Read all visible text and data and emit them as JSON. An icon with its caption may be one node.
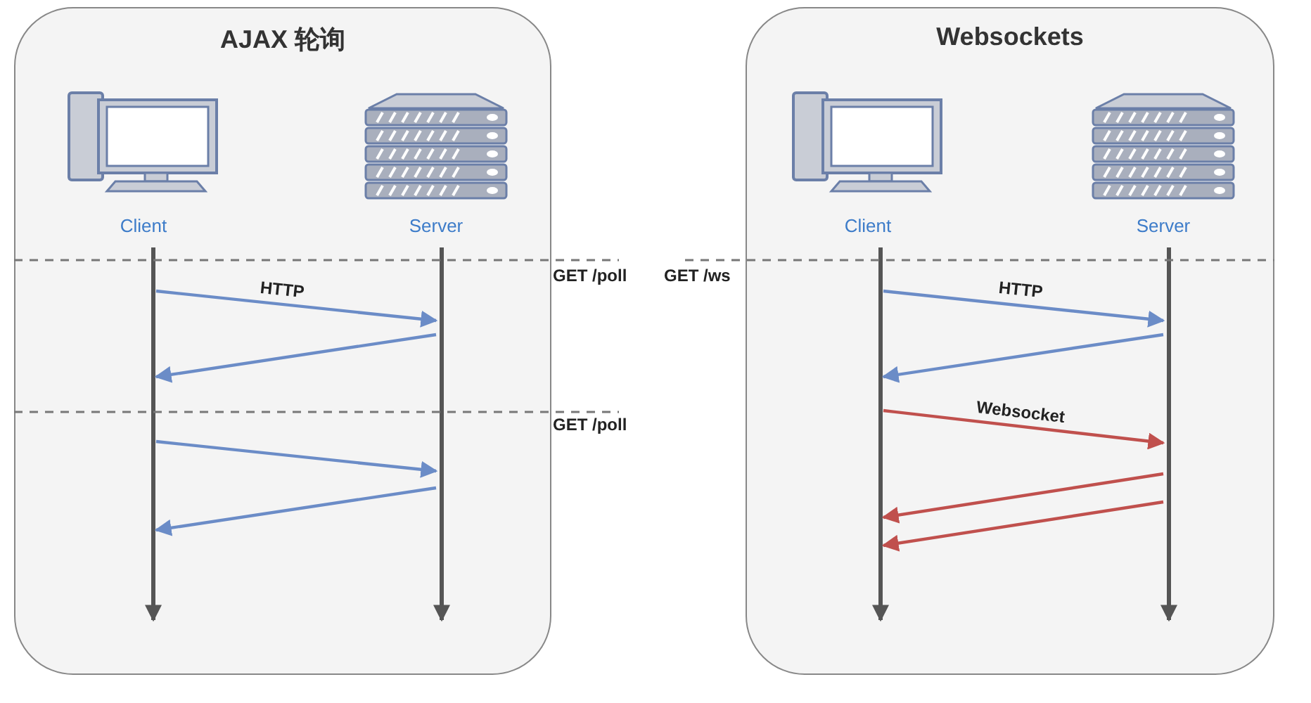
{
  "diagram": {
    "nodes": [
      {
        "text": [
          "AJAX 轮询"
        ]
      },
      {
        "text": [
          "Client"
        ],
        "in": 0
      },
      {
        "text": [
          "Server"
        ],
        "in": 0
      },
      {
        "text": [
          "Websockets"
        ]
      },
      {
        "text": [
          "Client"
        ],
        "in": 3
      },
      {
        "text": [
          "Server"
        ],
        "in": 3
      }
    ],
    "edges": [
      {
        "from": 1,
        "to": 2,
        "arrow": "to",
        "label": "HTTP"
      },
      {
        "from": 2,
        "to": 1,
        "arrow": "to"
      },
      {
        "from": 1,
        "to": 2,
        "arrow": "to"
      },
      {
        "from": 2,
        "to": 1,
        "arrow": "to"
      },
      {
        "from": 4,
        "to": 5,
        "arrow": "to",
        "label": "HTTP"
      },
      {
        "from": 5,
        "to": 4,
        "arrow": "to"
      },
      {
        "from": 4,
        "to": 5,
        "arrow": "to",
        "label": "Websocket",
        "color": "#c0504d"
      },
      {
        "from": 5,
        "to": 4,
        "arrow": "to",
        "color": "#c0504d"
      },
      {
        "from": 5,
        "to": 4,
        "arrow": "to",
        "color": "#c0504d"
      }
    ],
    "labels": [
      "GET /poll",
      "GET /ws",
      "GET /poll"
    ]
  }
}
